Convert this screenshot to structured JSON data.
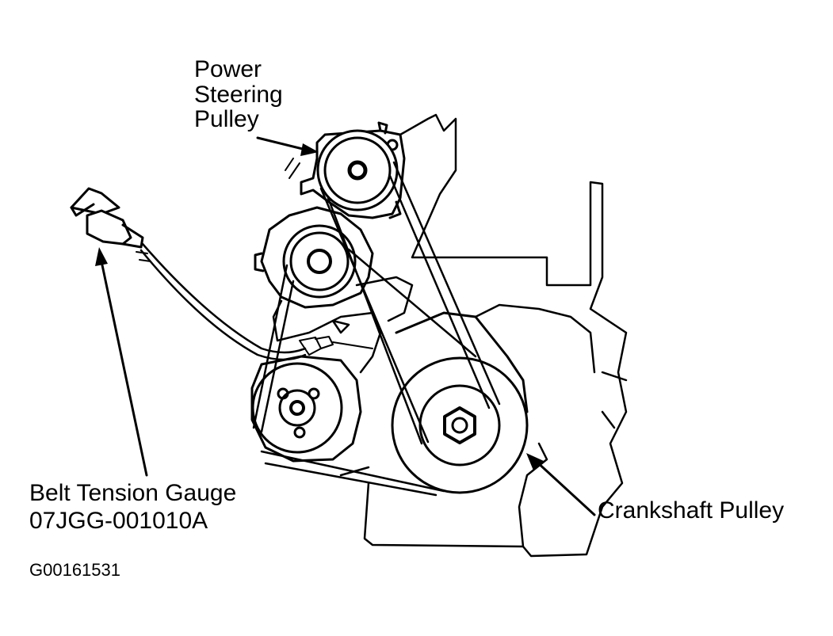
{
  "labels": {
    "power_steering": "Power\nSteering\nPulley",
    "gauge_name": "Belt Tension Gauge",
    "gauge_part": "07JGG-001010A",
    "crankshaft": "Crankshaft Pulley",
    "figure_id": "G00161531"
  },
  "colors": {
    "ink": "#000000",
    "paper": "#ffffff"
  }
}
